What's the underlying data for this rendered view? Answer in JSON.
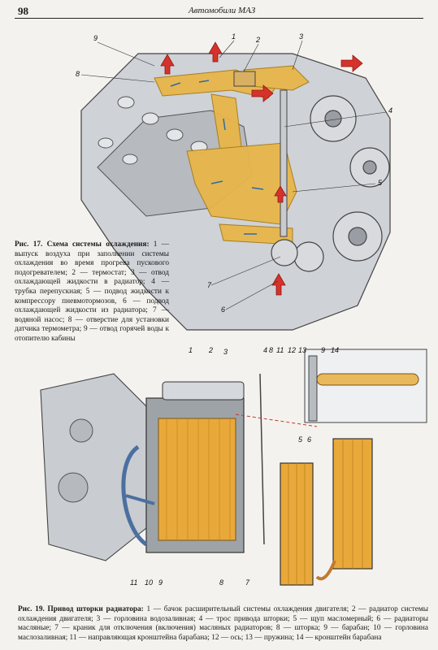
{
  "header": {
    "page_number": "98",
    "running_title": "Автомобили МАЗ"
  },
  "figure17": {
    "caption_label": "Рис. 17. Схема системы охлаждения:",
    "caption_text": " 1 — выпуск воздуха при заполнении системы охлаждения во время прогрева пускового подогревателем; 2 — термостат; 3 — отвод охлаждающей жидкости в радиатор; 4 — трубка перепускная; 5 — подвод жидкости к компрессору пневмотормозов, 6 — подвод охлаждающей жидкости из радиатора; 7 — водяной насос; 8 — отверстие для установки датчика термометра; 9 — отвод горячей воды к отопителю кабины",
    "callouts": [
      "1",
      "2",
      "3",
      "4",
      "5",
      "6",
      "7",
      "8",
      "9"
    ]
  },
  "figure19": {
    "caption_label": "Рис. 19. Привод шторки радиатора:",
    "caption_text": " 1 — бачок расширительный системы охлаждения двигателя; 2 — радиатор системы охлаждения двигателя; 3 — горловина водозаливная; 4 — трос привода шторки; 5 — щуп масломерный; 6 — радиаторы масляные; 7 — краник для отключения (включения) масляных радиаторов; 8 — шторка; 9 — барабан; 10 — горловина маслозаливная; 11 — направляющая кронштейна барабана; 12 — ось; 13 — пружина; 14 — кронштейн барабана",
    "callouts_top": [
      "1",
      "2",
      "3",
      "4",
      "8",
      "11",
      "12",
      "13",
      "9",
      "14",
      "5",
      "6"
    ],
    "callouts_bottom": [
      "11",
      "10",
      "9",
      "8",
      "7"
    ]
  },
  "colors": {
    "coolant": "#e8b64a",
    "flow_arrow": "#d6322b",
    "metal": "#c9ccd0",
    "metal_dark": "#8e9298",
    "radiator": "#e9a93a",
    "paper": "#f4f2ee"
  }
}
